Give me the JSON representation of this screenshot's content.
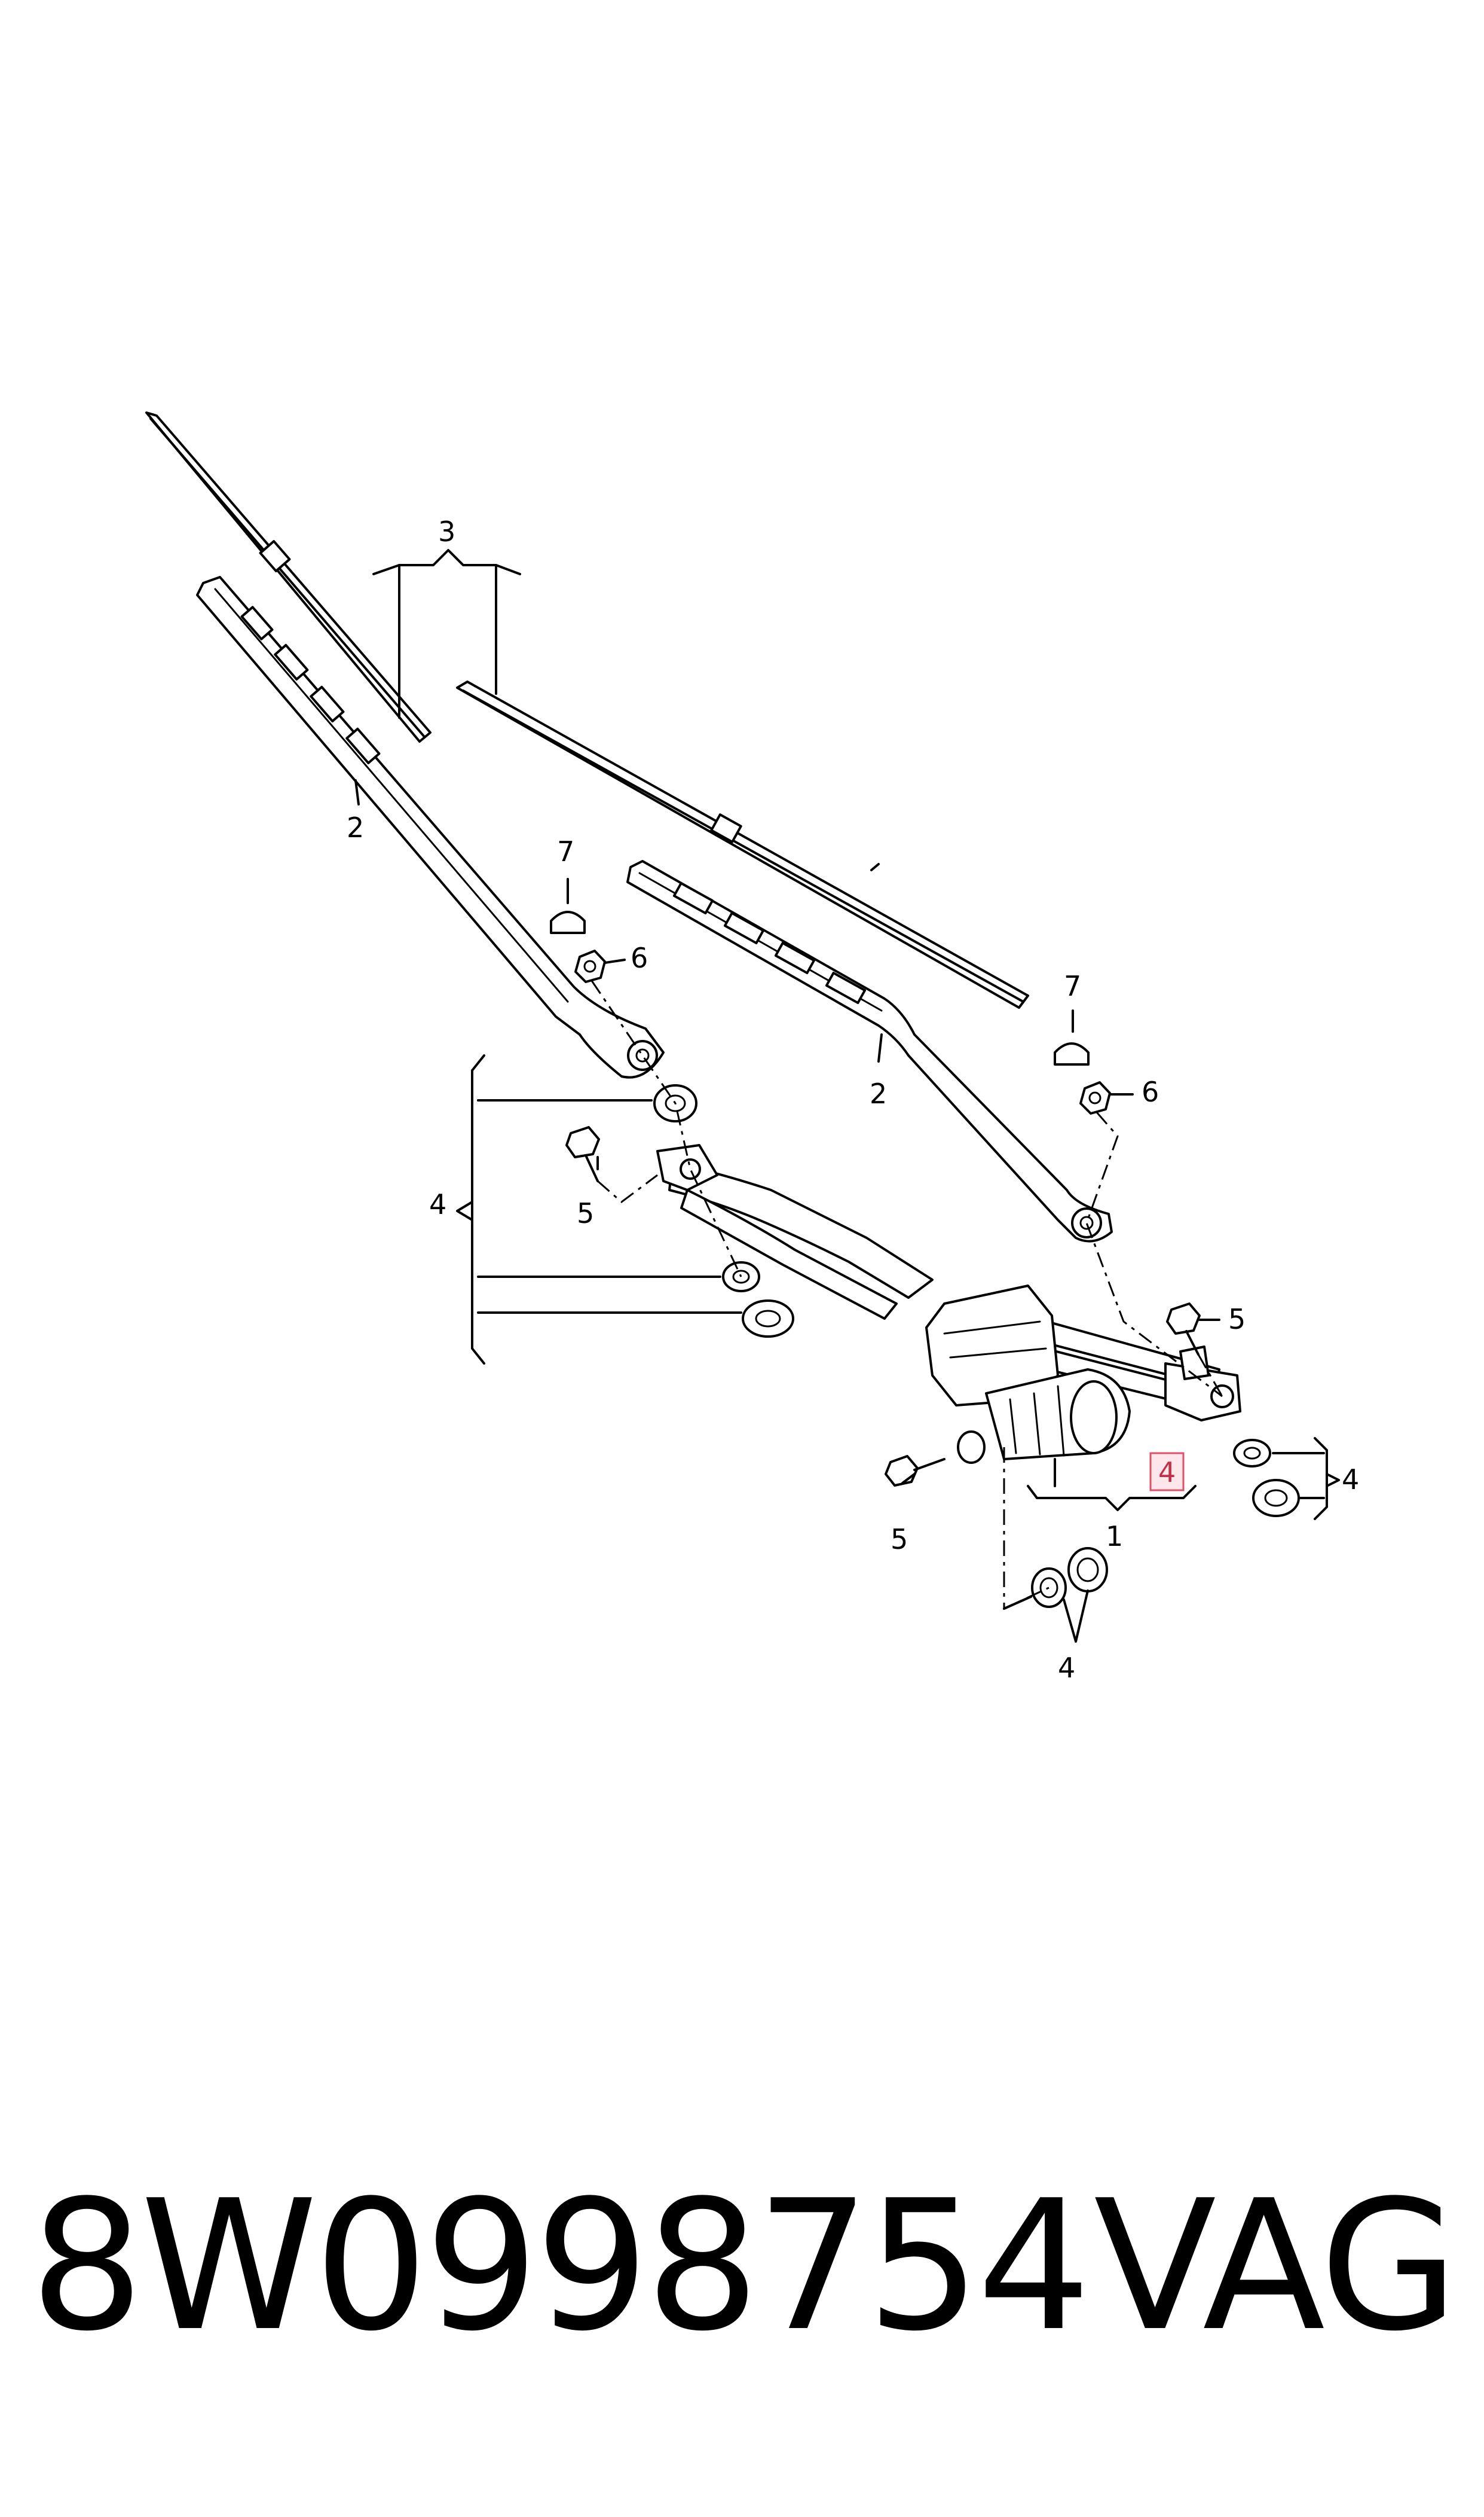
{
  "diagram": {
    "callouts": {
      "motor_assembly": "1",
      "wiper_arm_left": "2",
      "wiper_arm_right": "2",
      "wiper_blades": "3",
      "seals_left_group": "4",
      "seals_right_group": "4",
      "seals_bottom_group": "4",
      "highlighted_item": "4",
      "bolt_left": "5",
      "bolt_right": "5",
      "bolt_bottom": "5",
      "nut_left": "6",
      "nut_right": "6",
      "cap_left": "7",
      "cap_right": "7"
    },
    "highlight_color": "#e0506a"
  },
  "footer": {
    "part_number": "8W0998754",
    "brand": "VAG"
  }
}
